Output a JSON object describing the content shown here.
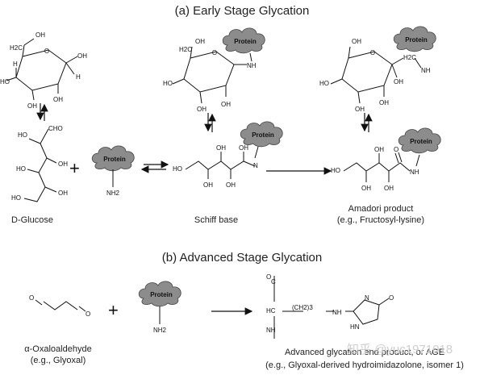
{
  "titles": {
    "early": "(a) Early Stage Glycation",
    "advanced": "(b) Advanced Stage Glycation"
  },
  "protein_label": "Protein",
  "plus_sign": "+",
  "captions": {
    "d_glucose": "D-Glucose",
    "schiff_base": "Schiff base",
    "amadori_line1": "Amadori product",
    "amadori_line2": "(e.g., Fructosyl-lysine)",
    "oxaloaldehyde_line1": "α-Oxaloaldehyde",
    "oxaloaldehyde_line2": "(e.g., Glyoxal)",
    "age_line1": "Advanced glycation end product, or AGE",
    "age_line2": "(e.g., Glyoxal-derived hydroimidazolone, isomer 1)"
  },
  "atoms": {
    "oh": "OH",
    "ho": "HO",
    "h": "H",
    "o": "O",
    "nh": "NH",
    "nh2": "NH2",
    "n": "N",
    "hn": "HN",
    "ch2oh_ring": "H2C",
    "cho": "CHO",
    "h2c": "H2C",
    "hc": "HC",
    "c": "C",
    "chain": "(CH2)3",
    "nh_chain": "NH"
  },
  "watermark": "知乎 @yuc1971018"
}
